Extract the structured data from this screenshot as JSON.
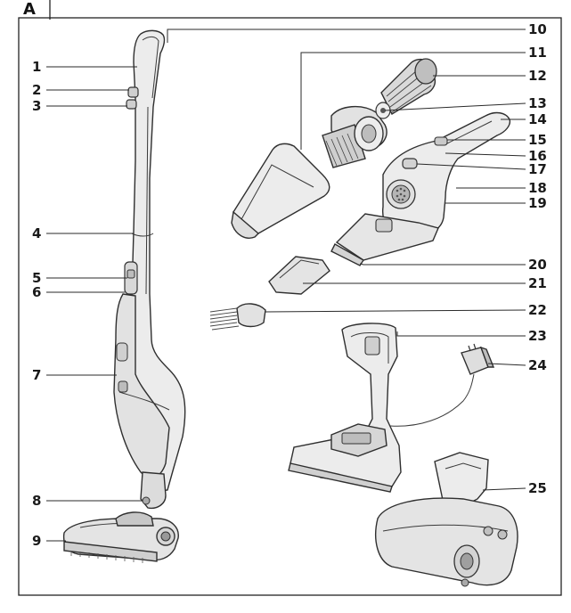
{
  "section_letter": "A",
  "labels": {
    "l1": "1",
    "l2": "2",
    "l3": "3",
    "l4": "4",
    "l5": "5",
    "l6": "6",
    "l7": "7",
    "l8": "8",
    "l9": "9",
    "l10": "10",
    "l11": "11",
    "l12": "12",
    "l13": "13",
    "l14": "14",
    "l15": "15",
    "l16": "16",
    "l17": "17",
    "l18": "18",
    "l19": "19",
    "l20": "20",
    "l21": "21",
    "l22": "22",
    "l23": "23",
    "l24": "24",
    "l25": "25"
  },
  "colors": {
    "line": "#2a2a2a",
    "body": "#e9e9e9",
    "shade": "#cfcfcf",
    "dark": "#9a9a9a"
  }
}
